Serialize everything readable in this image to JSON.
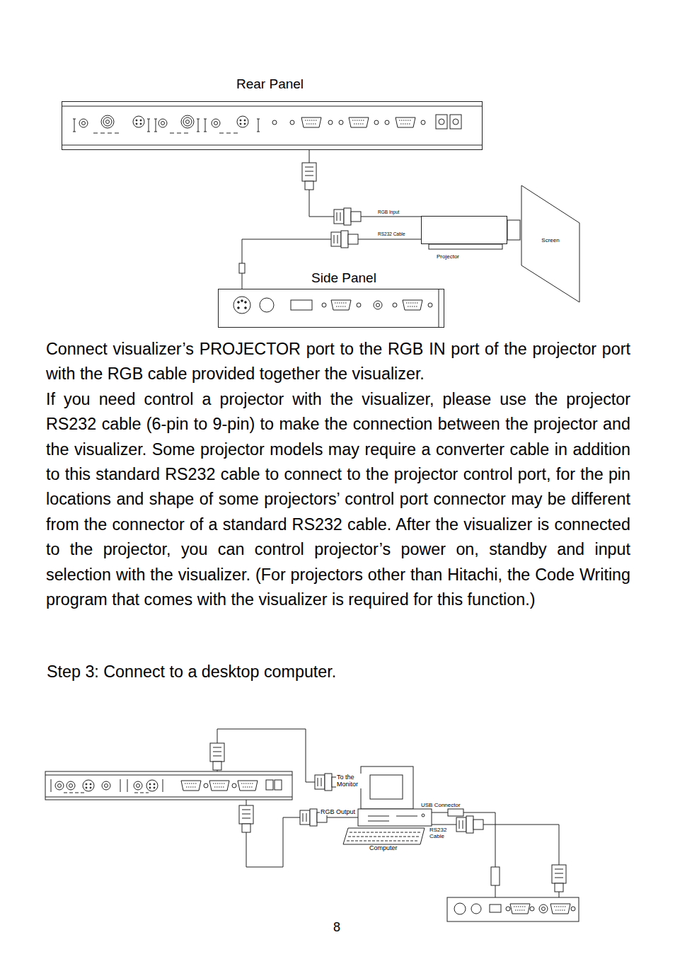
{
  "diagram": {
    "nodes": [
      {
        "text": [
          "Rear Panel"
        ]
      },
      {
        "text": [
          "Projector"
        ]
      },
      {
        "text": [
          "Screen"
        ]
      },
      {
        "text": [
          "Side Panel"
        ]
      },
      {
        "text": [
          "Computer"
        ]
      }
    ],
    "edges": [
      {
        "from": 0,
        "to": 1,
        "arrow": "none",
        "label": "RGB Input"
      },
      {
        "from": 3,
        "to": 1,
        "arrow": "none",
        "label": "RS232 Cable"
      }
    ],
    "labels": [
      "Connect visualizer’s PROJECTOR port to the RGB IN port of the projector port with the RGB cable provided together the visualizer.",
      "If you need control a projector with the visualizer, please use the projector RS232 cable (6-pin to 9-pin) to make the connection between the projector and the visualizer. Some projector models may require a converter cable in addition to this standard RS232 cable to connect to the projector control port, for the pin locations and shape of some projectors’ control port connector may be different from the connector of a standard RS232 cable. After the visualizer is connected to the projector, you can control projector’s power on, standby and input selection with the visualizer. (For projectors other than Hitachi, the Code Writing program that comes with the visualizer is required for this function.)",
      "Step 3: Connect to a desktop computer.",
      "To the Monitor",
      "RGB Output",
      "USB Connector",
      "RS232 Cable",
      "8"
    ]
  }
}
